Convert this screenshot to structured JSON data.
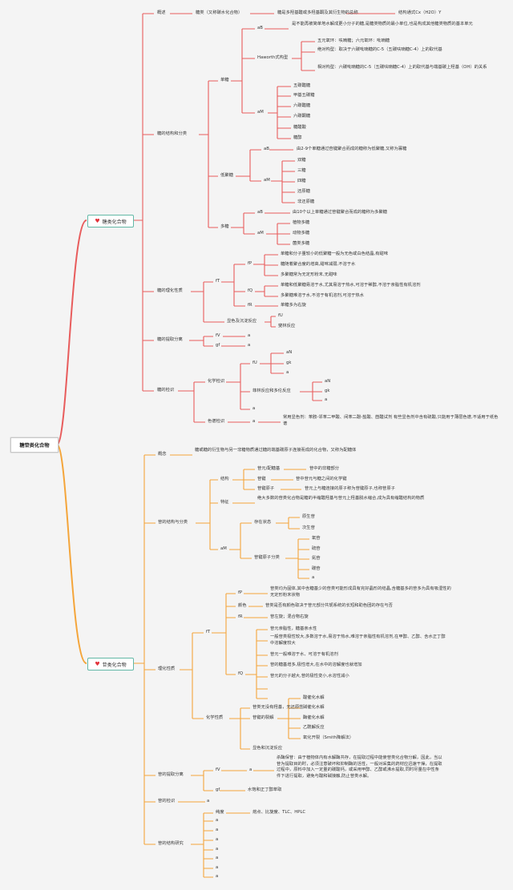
{
  "root": "糖苷类化合物",
  "sugar": {
    "title": "糖类化合物",
    "overview": {
      "label": "概述",
      "sugar_label": "糖类（又称碳水化合物）",
      "definition": "糖是多羟基醛或多羟基酮及其衍生物的总称",
      "formula": "结构通式Cx（H2O）Y"
    },
    "structure": {
      "label": "糖的结构和分类",
      "mono": {
        "label": "单糖",
        "aB": "aB",
        "aB_desc": "是不能再被简单地水解成更小分子的糖,是糖类物质的最小单位,也是构成其他糖类物质的基本单元",
        "haworth": "Haworth式构型",
        "haworth_items": [
          "五元氧环：呋喃糖；六元氧环：吡喃糖",
          "绝对构型：取决于六碳吡喃糖的C-5（五碳呋喃糖C-4）上的取代基",
          "相对构型：六碳吡喃糖的C-5（五碳呋喃糖C-4）上的取代基与端基碳上羟基（OH）的关系"
        ],
        "aM": "aM",
        "aM_items": [
          "五碳醛糖",
          "甲基五碳糖",
          "六碳醛糖",
          "六碳酮糖",
          "糖醛酸",
          "糖醇"
        ]
      },
      "oligo": {
        "label": "低聚糖",
        "aB": "aB",
        "aB_desc": "由2-9个单糖通过苷键聚合而成的糖称为低聚糖,又称为寡糖",
        "aM": "aM",
        "aM_items": [
          "双糖",
          "三糖",
          "四糖",
          "还原糖",
          "非还原糖"
        ]
      },
      "poly": {
        "label": "多糖",
        "aB": "aB",
        "aB_desc": "由10个以上单糖通过苷键聚合而成的糖称为多聚糖",
        "aM": "aM",
        "aM_items": [
          "植物多糖",
          "动物多糖",
          "菌类多糖"
        ]
      }
    },
    "physchem": {
      "label": "糖的理化性质",
      "fT": "fT",
      "fP": "fP",
      "fP_items": [
        "单糖和分子量较小的低聚糖一般为无色或白色结晶,有甜味",
        "糖随着聚合度的增高,甜味减弱,不溶于水",
        "多聚糖常为无定形粉末,无甜味"
      ],
      "fQ": "fQ",
      "fQ_items": [
        "单糖和低聚糖易溶于水,尤其易溶于热水,可溶于稀醇,不溶于亲脂性有机溶剂",
        "多聚糖难溶于水,不溶于有机溶剂,可溶于热水"
      ],
      "fR": "fR",
      "fR_item": "单糖多为右旋",
      "color_rxn": "显色及沉淀反应",
      "fU": "fU",
      "fehling": "斐林反应"
    },
    "extract": {
      "label": "糖的提取分离",
      "fV": "fV",
      "gf": "gf",
      "a1": "a",
      "a2": "a"
    },
    "detect": {
      "label": "糖的检识",
      "chem": "化学检识",
      "fU": "fU",
      "fU_items": [
        "aN",
        "gk",
        "a"
      ],
      "fehling": "菲林反应和多伦反应",
      "fehling_items": [
        "aN",
        "gk",
        "a"
      ],
      "a": "a",
      "chrom": "色谱检识",
      "chrom_a": "a",
      "chrom_desc": "常用显色剂：苯胺-邻苯二甲酸、间苯二酚-盐酸、茴醛试剂 有些显色剂中含有硫酸,只能用于薄层色谱,不适用于纸色谱"
    }
  },
  "glyco": {
    "title": "苷类化合物",
    "concept": {
      "label": "概念",
      "desc": "糖或糖的衍生物与另一非糖物质通过糖的端基碳原子连接而成的化合物，又称为配糖体"
    },
    "structure": {
      "label": "苷的结构与分类",
      "struct": "结构",
      "struct_items": [
        {
          "k": "苷元/配糖基",
          "v": "苷中的非糖部分"
        },
        {
          "k": "苷键",
          "v": "苷中苷元与糖之间的化学键"
        },
        {
          "k": "苷键原子",
          "v": "苷元上与糖连接的原子称为苷键原子,也称苷原子"
        }
      ],
      "feature": "特征",
      "feature_desc": "绝大多数的苷类化合物是糖的半缩醛羟基与苷元上羟基脱水缩合,成为具有缩醛结构的物质",
      "aM": "aM",
      "exist": "存在状态",
      "exist_items": [
        "原生苷",
        "次生苷"
      ],
      "atom_cls": "苷键原子分类",
      "atom_items": [
        "氧苷",
        "硫苷",
        "氮苷",
        "碳苷",
        "a"
      ]
    },
    "physchem": {
      "label": "理化性质",
      "fT": "fT",
      "fP": "fP",
      "fP_desc": "苷类均为固体,其中含糖基少的苷类可能形成具有完好晶形的结晶,含糖基多的苷多为具有吸湿性的无定形粉末状物",
      "color": "颜色",
      "color_desc": "苷类是否有颜色取决于苷元部分共轭系统的长短和助色团的存在与否",
      "fR": "fR",
      "fR_desc": "苷左旋；混合物右旋",
      "fQ": "fQ",
      "fQ_items": [
        "苷元亲脂性，糖基亲水性",
        "一般苷类极性较大,多数溶于水,易溶于热水,难溶于亲脂性有机溶剂,在甲醇、乙醇、含水正丁醇中溶解度较大",
        "苷元一般难溶于水、可溶于有机溶剂",
        "苷的糖基增多,极性增大,在水中的溶解度也就增加",
        "苷元的分子越大,苷的极性变小,水溶性减小"
      ],
      "chem": "化学性质",
      "chem_desc": "苷类无没有羟基，无还原性",
      "cleave": "苷键的裂解",
      "cleave_items": [
        "酸催化水解",
        "碱催化水解",
        "酶催化水解",
        "乙酰解反应",
        "氧化开裂（Smith降解法）"
      ],
      "color_rxn": "显色和沉淀反应"
    },
    "extract": {
      "label": "苷的提取分离",
      "fV": "fV",
      "a": "a",
      "desc": "杀酶保苷：由于植物体内有水解酶共存，在提取过程中能使苷类化合物分解，因此，当以苷为提取目的时，必须注意破坏和抑制酶的活性，一般对采集的药材应迅速干燥，在提取过程中，原料中加入一定量的碳酸钙，或采用甲醇、乙醇或沸水提取,同时尽量在中性条件下进行提取，避免与酸和碱接触,防止苷类水解。",
      "gf": "gf",
      "gf_desc": "水饱和正丁醇萃取"
    },
    "detect": {
      "label": "苷的检识",
      "a": "a"
    },
    "study": {
      "label": "苷的结构研究",
      "purity": "纯度",
      "purity_desc": "熔点、比旋度、TLC、HPLC",
      "items": [
        "a",
        "a",
        "a",
        "a",
        "a",
        "a",
        "a"
      ]
    }
  },
  "colors": {
    "red": "#e85c5c",
    "orange": "#f4a53a",
    "root": "#f1b93f"
  }
}
